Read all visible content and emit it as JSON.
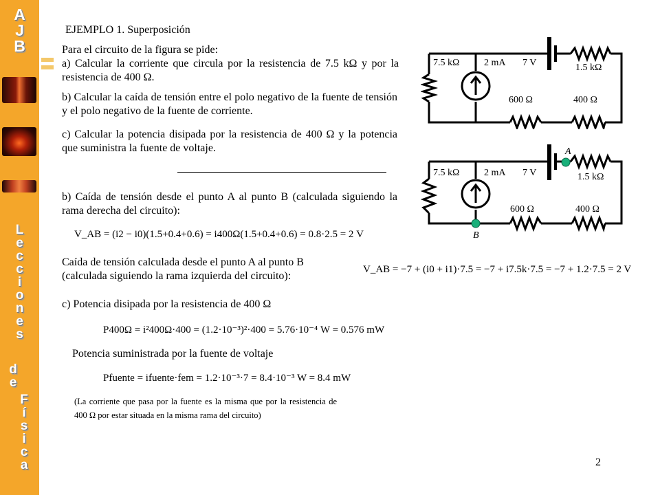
{
  "sidebar": {
    "brand": "A J B",
    "vertical_text_1": "Lecciones",
    "vertical_text_2": "de",
    "vertical_text_3": "Física"
  },
  "header": {
    "title": "EJEMPLO 1. Superposición"
  },
  "problem": {
    "intro": "Para el circuito de la figura se pide:",
    "part_a": "a) Calcular la corriente que circula por la resistencia de 7.5 kΩ y por la resistencia de 400 Ω.",
    "part_b": "b) Calcular la caída de tensión entre el polo negativo de la fuente de tensión y el polo negativo de la fuente de corriente.",
    "part_c": "c) Calcular la potencia disipada por la resistencia de 400 Ω y la potencia que suministra la fuente de voltaje."
  },
  "solution": {
    "b_heading": "b) Caída de tensión desde el punto A al punto B (calculada siguiendo la rama derecha del circuito):",
    "eq_vab_right": "V_AB = (i2 − i0)(1.5+0.4+0.6) = i400Ω(1.5+0.4+0.6) = 0.8·2.5 = 2 V",
    "b_left_text": "Caída de tensión calculada desde el punto A al punto B (calculada siguiendo la rama izquierda del circuito):",
    "eq_vab_left": "V_AB = −7 + (i0 + i1)·7.5 = −7 + i7.5k·7.5 = −7 + 1.2·7.5 = 2 V",
    "c_heading": "c) Potencia disipada por la resistencia de 400 Ω",
    "eq_p400": "P400Ω = i²400Ω·400 = (1.2·10⁻³)²·400 = 5.76·10⁻⁴ W = 0.576 mW",
    "supply_heading": "Potencia suministrada por la fuente de voltaje",
    "eq_pfuente": "Pfuente = ifuente·fem = 1.2·10⁻³·7 = 8.4·10⁻³ W = 8.4 mW",
    "note": "(La corriente que pasa por la fuente es la misma que por la resistencia de 400 Ω por estar situada en la misma rama del circuito)"
  },
  "circuit": {
    "r1": "7.5 kΩ",
    "i_src": "2 mA",
    "v_src": "7 V",
    "r2": "1.5 kΩ",
    "r3": "600 Ω",
    "r4": "400 Ω",
    "point_a": "A",
    "point_b": "B"
  },
  "page_number": "2"
}
